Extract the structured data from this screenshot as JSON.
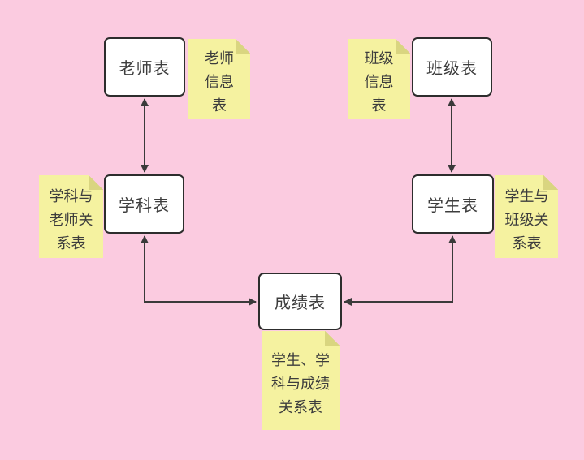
{
  "colors": {
    "background": "#fbcbe0",
    "node_fill": "#ffffff",
    "node_border": "#2d2d2d",
    "note_fill": "#f5f2a0",
    "note_fold": "#d9d580",
    "text": "#3d3d3d",
    "connector": "#3a3a3a"
  },
  "nodes": {
    "teacher": {
      "label": "老师表"
    },
    "class": {
      "label": "班级表"
    },
    "subject": {
      "label": "学科表"
    },
    "student": {
      "label": "学生表"
    },
    "score": {
      "label": "成绩表"
    }
  },
  "notes": {
    "teacher_info": {
      "text": "老师\n信息\n表"
    },
    "class_info": {
      "text": "班级\n信息\n表"
    },
    "subject_teacher_rel": {
      "text": "学科与\n老师关\n系表"
    },
    "student_class_rel": {
      "text": "学生与\n班级关\n系表"
    },
    "student_subject_score_rel": {
      "text": "学生、学\n科与成绩\n关系表"
    }
  },
  "connectors": [
    {
      "from": "老师表",
      "to": "学科表",
      "style": "double-arrow"
    },
    {
      "from": "班级表",
      "to": "学生表",
      "style": "double-arrow"
    },
    {
      "from": "学科表",
      "to": "成绩表",
      "style": "double-arrow-elbow"
    },
    {
      "from": "学生表",
      "to": "成绩表",
      "style": "double-arrow-elbow"
    }
  ]
}
